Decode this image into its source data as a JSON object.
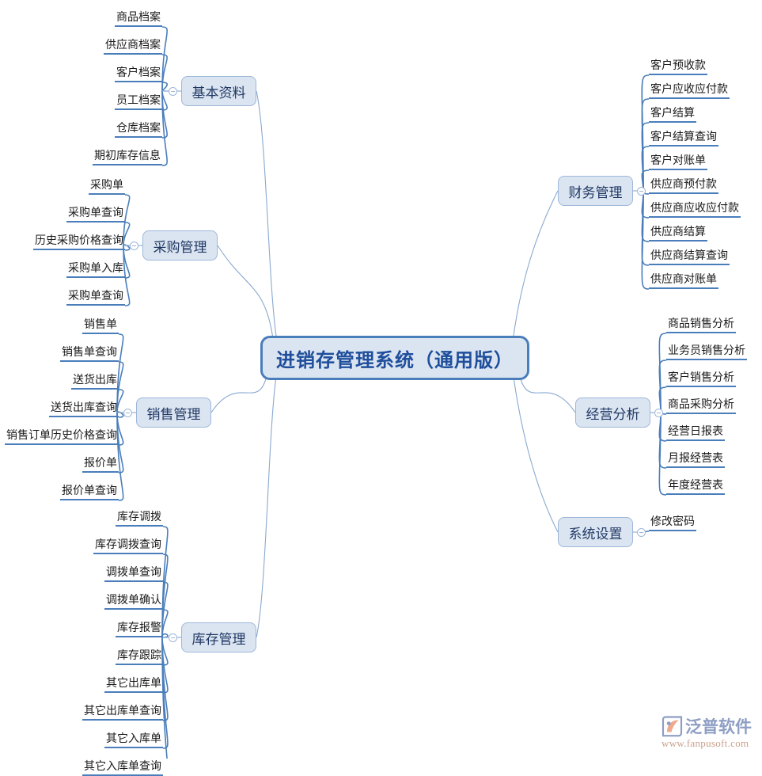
{
  "diagram": {
    "type": "mindmap",
    "title": "进销存管理系统（通用版）",
    "center": {
      "label": "进销存管理系统（通用版）"
    },
    "colors": {
      "node_fill": "#dbe5f1",
      "node_border": "#9db7d9",
      "center_border": "#4a7ebb",
      "center_text": "#1f4e9c",
      "leaf_underline": "#4a7ebb",
      "wire": "#8aa9d0",
      "leaf_text": "#1a1a1a"
    },
    "branches": [
      {
        "id": "basic-data",
        "label": "基本资料",
        "side": "left",
        "children": [
          "商品档案",
          "供应商档案",
          "客户档案",
          "员工档案",
          "仓库档案",
          "期初库存信息"
        ]
      },
      {
        "id": "purchase-management",
        "label": "采购管理",
        "side": "left",
        "children": [
          "采购单",
          "采购单查询",
          "历史采购价格查询",
          "采购单入库",
          "采购单查询"
        ]
      },
      {
        "id": "sales-management",
        "label": "销售管理",
        "side": "left",
        "children": [
          "销售单",
          "销售单查询",
          "送货出库",
          "送货出库查询",
          "销售订单历史价格查询",
          "报价单",
          "报价单查询"
        ]
      },
      {
        "id": "inventory-management",
        "label": "库存管理",
        "side": "left",
        "children": [
          "库存调拨",
          "库存调拨查询",
          "调拨单查询",
          "调拨单确认",
          "库存报警",
          "库存跟踪",
          "其它出库单",
          "其它出库单查询",
          "其它入库单",
          "其它入库单查询"
        ]
      },
      {
        "id": "finance-management",
        "label": "财务管理",
        "side": "right",
        "children": [
          "客户预收款",
          "客户应收应付款",
          "客户结算",
          "客户结算查询",
          "客户对账单",
          "供应商预付款",
          "供应商应收应付款",
          "供应商结算",
          "供应商结算查询",
          "供应商对账单"
        ]
      },
      {
        "id": "business-analysis",
        "label": "经营分析",
        "side": "right",
        "children": [
          "商品销售分析",
          "业务员销售分析",
          "客户销售分析",
          "商品采购分析",
          "经营日报表",
          "月报经营表",
          "年度经营表"
        ]
      },
      {
        "id": "system-settings",
        "label": "系统设置",
        "side": "right",
        "children": [
          "修改密码"
        ]
      }
    ]
  },
  "watermark": {
    "brand": "泛普软件",
    "url": "www.fanpusoft.com"
  }
}
